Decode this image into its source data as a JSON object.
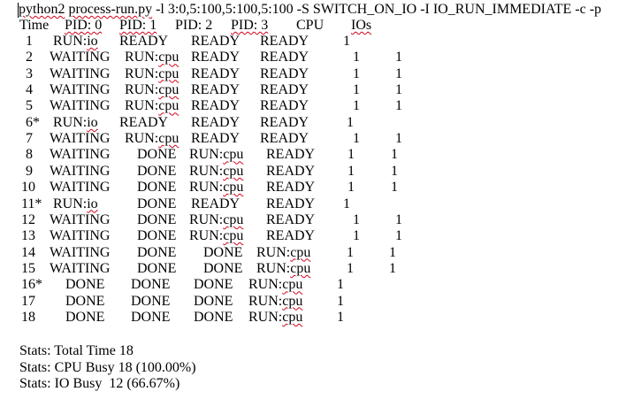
{
  "document": {
    "command_parts": [
      {
        "text": "python2",
        "squiggle": true
      },
      {
        "text": " ",
        "squiggle": false
      },
      {
        "text": "process-run.py",
        "squiggle": true
      },
      {
        "text": " -l 3:0,5:100,5:100,5:100 -S SWITCH_ON_IO -I IO_RUN_IMMEDIATE -c -p",
        "squiggle": false
      }
    ],
    "header": [
      {
        "text": "Time",
        "squiggle": false
      },
      {
        "text": "PID: 0",
        "squiggle": true
      },
      {
        "text": "PID: 1",
        "squiggle": true
      },
      {
        "text": "PID: 2",
        "squiggle": false
      },
      {
        "text": "PID: 3",
        "squiggle": true
      },
      {
        "text": "CPU",
        "squiggle": false
      },
      {
        "text": "IOs",
        "squiggle": true
      }
    ],
    "rows": [
      [
        "1",
        "RUN:io",
        "READY",
        "READY",
        "READY",
        "1",
        ""
      ],
      [
        "2",
        "WAITING",
        "RUN:cpu",
        "READY",
        "READY",
        "1",
        "1"
      ],
      [
        "3",
        "WAITING",
        "RUN:cpu",
        "READY",
        "READY",
        "1",
        "1"
      ],
      [
        "4",
        "WAITING",
        "RUN:cpu",
        "READY",
        "READY",
        "1",
        "1"
      ],
      [
        "5",
        "WAITING",
        "RUN:cpu",
        "READY",
        "READY",
        "1",
        "1"
      ],
      [
        "6*",
        "RUN:io",
        "READY",
        "READY",
        "READY",
        "1",
        ""
      ],
      [
        "7",
        "WAITING",
        "RUN:cpu",
        "READY",
        "READY",
        "1",
        "1"
      ],
      [
        "8",
        "WAITING",
        "DONE",
        "RUN:cpu",
        "READY",
        "1",
        "1"
      ],
      [
        "9",
        "WAITING",
        "DONE",
        "RUN:cpu",
        "READY",
        "1",
        "1"
      ],
      [
        "10",
        "WAITING",
        "DONE",
        "RUN:cpu",
        "READY",
        "1",
        "1"
      ],
      [
        "11*",
        "RUN:io",
        "DONE",
        "READY",
        "READY",
        "1",
        ""
      ],
      [
        "12",
        "WAITING",
        "DONE",
        "RUN:cpu",
        "READY",
        "1",
        "1"
      ],
      [
        "13",
        "WAITING",
        "DONE",
        "RUN:cpu",
        "READY",
        "1",
        "1"
      ],
      [
        "14",
        "WAITING",
        "DONE",
        "DONE",
        "RUN:cpu",
        "1",
        "1"
      ],
      [
        "15",
        "WAITING",
        "DONE",
        "DONE",
        "RUN:cpu",
        "1",
        "1"
      ],
      [
        "16*",
        "DONE",
        "DONE",
        "DONE",
        "RUN:cpu",
        "1",
        ""
      ],
      [
        "17",
        "DONE",
        "DONE",
        "DONE",
        "RUN:cpu",
        "1",
        ""
      ],
      [
        "18",
        "DONE",
        "DONE",
        "DONE",
        "RUN:cpu",
        "1",
        ""
      ]
    ],
    "stats": [
      "Stats: Total Time 18",
      "Stats: CPU Busy 18 (100.00%)",
      "Stats: IO Busy  12 (66.67%)"
    ]
  }
}
